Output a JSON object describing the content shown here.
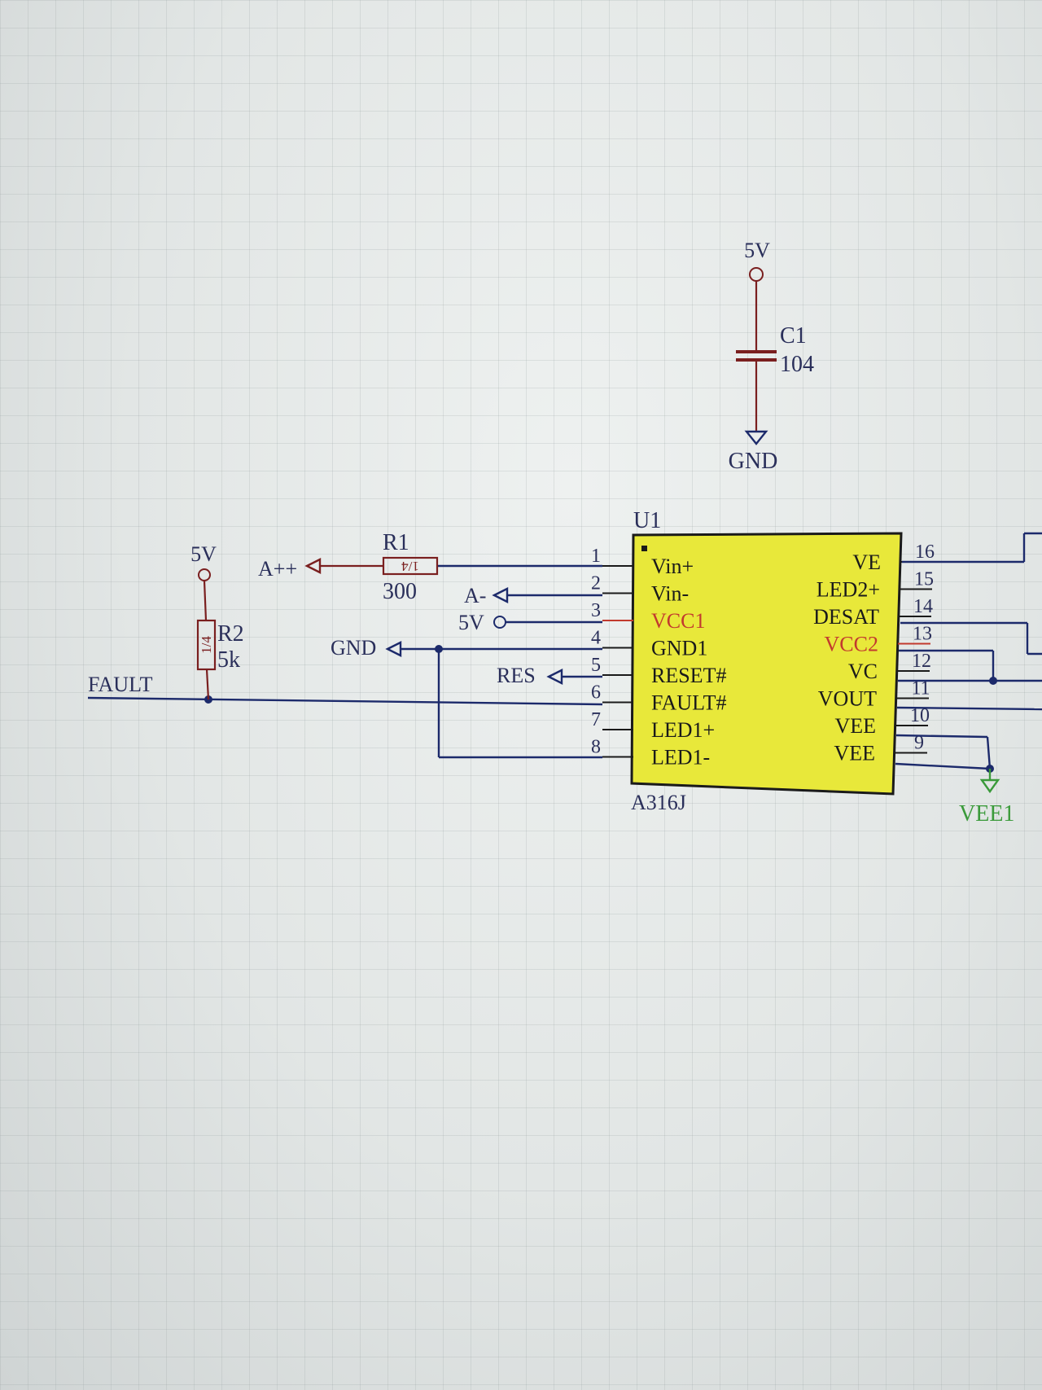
{
  "capacitor": {
    "power_label": "5V",
    "designator": "C1",
    "value": "104",
    "ground_label": "GND"
  },
  "ic": {
    "designator": "U1",
    "part_number": "A316J",
    "body_color": "#e8e83a",
    "left_pins": [
      {
        "num": "1",
        "name": "Vin+",
        "highlight": false
      },
      {
        "num": "2",
        "name": "Vin-",
        "highlight": false
      },
      {
        "num": "3",
        "name": "VCC1",
        "highlight": true
      },
      {
        "num": "4",
        "name": "GND1",
        "highlight": false
      },
      {
        "num": "5",
        "name": "RESET#",
        "highlight": false
      },
      {
        "num": "6",
        "name": "FAULT#",
        "highlight": false
      },
      {
        "num": "7",
        "name": "LED1+",
        "highlight": false
      },
      {
        "num": "8",
        "name": "LED1-",
        "highlight": false
      }
    ],
    "right_pins": [
      {
        "num": "16",
        "name": "VE",
        "highlight": false
      },
      {
        "num": "15",
        "name": "LED2+",
        "highlight": false
      },
      {
        "num": "14",
        "name": "DESAT",
        "highlight": false
      },
      {
        "num": "13",
        "name": "VCC2",
        "highlight": true
      },
      {
        "num": "12",
        "name": "VC",
        "highlight": false
      },
      {
        "num": "11",
        "name": "VOUT",
        "highlight": false
      },
      {
        "num": "10",
        "name": "VEE",
        "highlight": false
      },
      {
        "num": "9",
        "name": "VEE",
        "highlight": false
      }
    ]
  },
  "r1": {
    "designator": "R1",
    "value": "300",
    "body_text": "1/4"
  },
  "r2": {
    "designator": "R2",
    "value": "5k",
    "body_text": "1/4",
    "power_label": "5V"
  },
  "net_labels": {
    "a_plus": "A++",
    "a_minus": "A-",
    "vcc_5v": "5V",
    "gnd": "GND",
    "res": "RES",
    "fault": "FAULT",
    "vee1": "VEE1"
  },
  "colors": {
    "wire": "#1c2a6b",
    "component": "#7a1f1f",
    "highlight_pin": "#c23a2e",
    "power_port": "#3a9a3a"
  }
}
